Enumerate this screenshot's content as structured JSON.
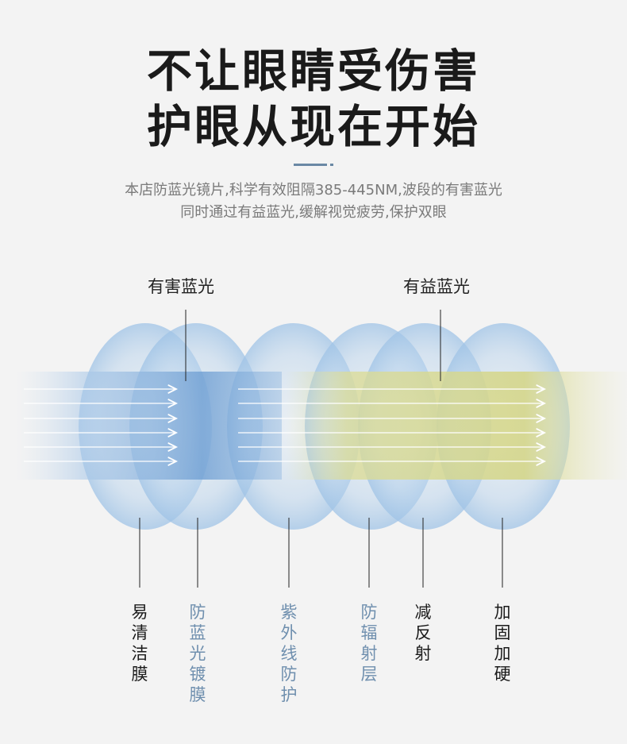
{
  "headline": {
    "line1": "不让眼睛受伤害",
    "line2": "护眼从现在开始"
  },
  "description": {
    "line1": "本店防蓝光镜片,科学有效阻隔385-445NM,波段的有害蓝光",
    "line2": "同时通过有益蓝光,缓解视觉疲劳,保护双眼"
  },
  "diagram": {
    "harmful_label": "有害蓝光",
    "beneficial_label": "有益蓝光",
    "layers": [
      {
        "label": "易清洁膜",
        "tone": "dark"
      },
      {
        "label": "防蓝光镀膜",
        "tone": "blue"
      },
      {
        "label": "紫外线防护",
        "tone": "blue"
      },
      {
        "label": "防辐射层",
        "tone": "blue"
      },
      {
        "label": "减反射",
        "tone": "dark"
      },
      {
        "label": "加固加硬",
        "tone": "dark"
      }
    ]
  },
  "colors": {
    "accent": "#6a88a4",
    "lens_blue": "#a9c9e6",
    "harmful_beam": "#6f9fd3",
    "beneficial_beam": "#d6d68a"
  }
}
